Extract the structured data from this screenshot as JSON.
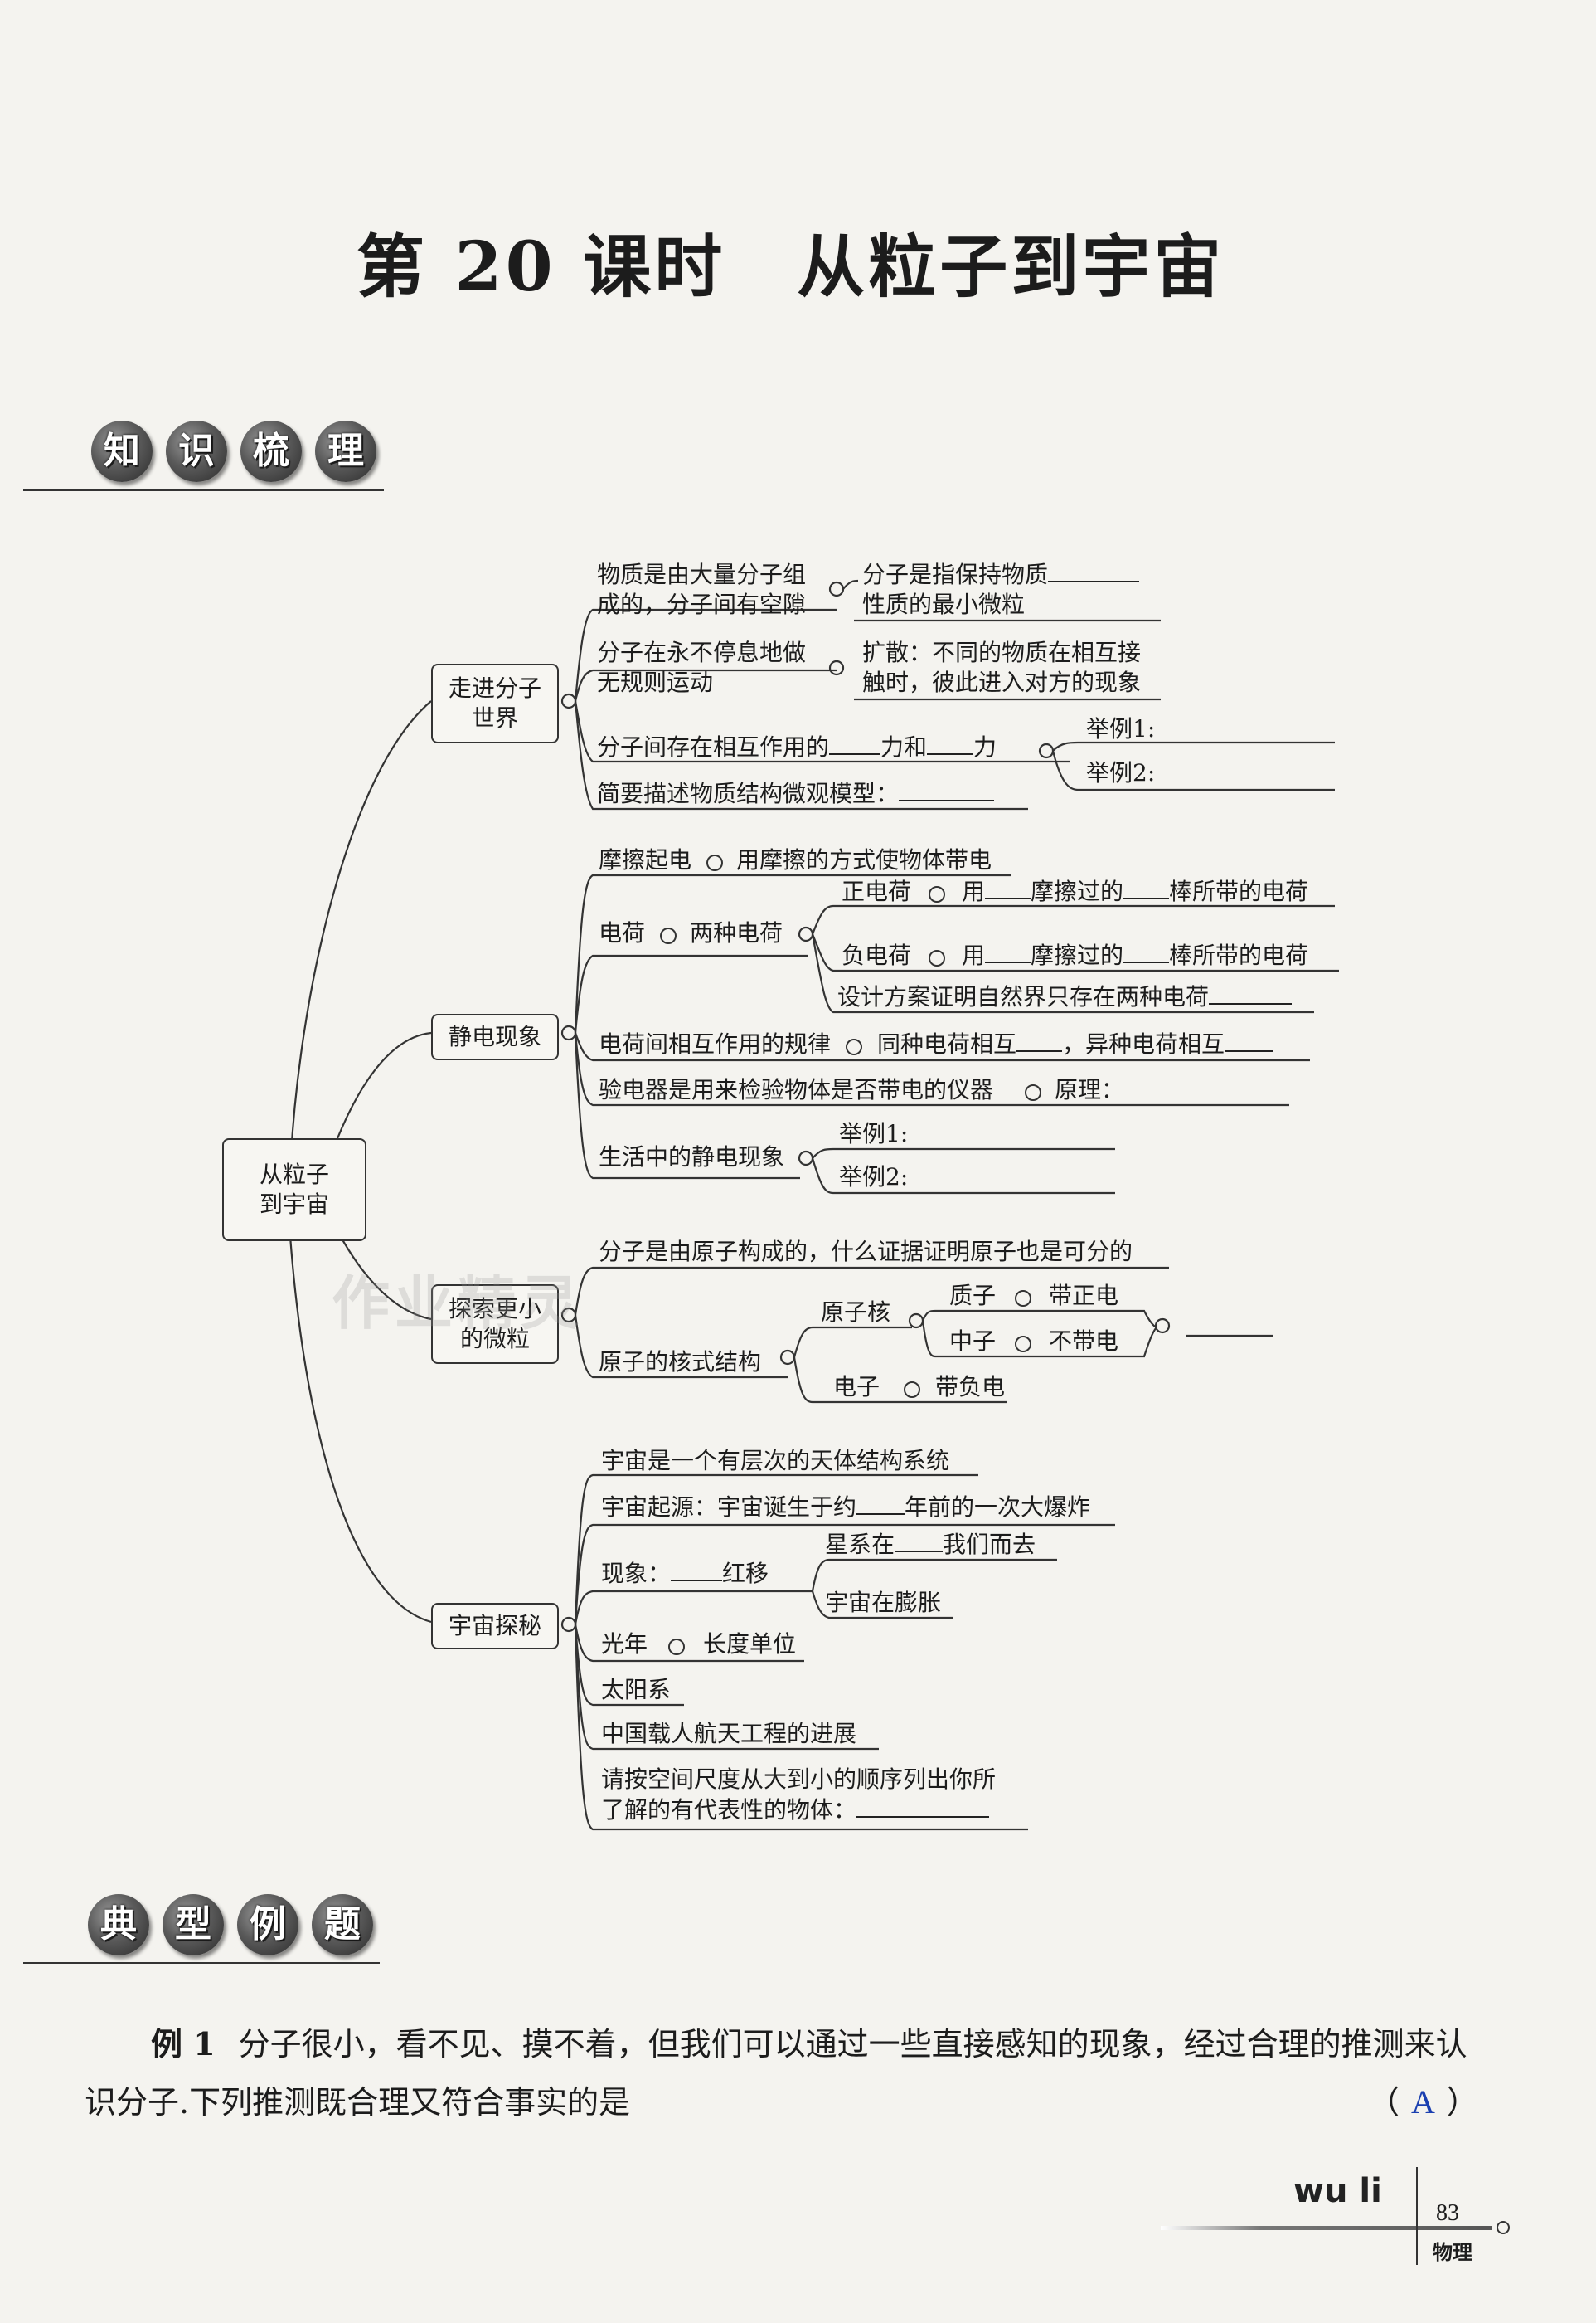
{
  "title": "第 20 课时　从粒子到宇宙",
  "sections": {
    "knowledge": [
      "知",
      "识",
      "梳",
      "理"
    ],
    "examples": [
      "典",
      "型",
      "例",
      "题"
    ]
  },
  "mindmap": {
    "root": "从粒子到宇宙",
    "b1": {
      "label": "走进分子世界",
      "r1a": "物质是由大量分子组",
      "r1b": "成的，分子间有空隙",
      "r1c1": "分子是指保持物质",
      "r1c2": "性质的最小微粒",
      "r2a": "分子在永不停息地做",
      "r2b": "无规则运动",
      "r2c1": "扩散：不同的物质在相互接",
      "r2c2": "触时，彼此进入对方的现象",
      "r3a": "分子间存在相互作用的",
      "r3b": "力和",
      "r3c": "力",
      "ex1": "举例1:",
      "ex2": "举例2:",
      "r4": "简要描述物质结构微观模型："
    },
    "b2": {
      "label": "静电现象",
      "r1a": "摩擦起电",
      "r1b": "用摩擦的方式使物体带电",
      "r2a": "电荷",
      "r2b": "两种电荷",
      "pos": "正电荷",
      "neg": "负电荷",
      "use": "用",
      "rub": "摩擦过的",
      "rod": "棒所带的电荷",
      "design": "设计方案证明自然界只存在两种电荷",
      "r3a": "电荷间相互作用的规律",
      "r3b": "同种电荷相互",
      "r3c": "，异种电荷相互",
      "r4a": "验电器是用来检验物体是否带电的仪器",
      "r4b": "原理：",
      "r5": "生活中的静电现象",
      "ex1": "举例1:",
      "ex2": "举例2:"
    },
    "b3": {
      "label": "探索更小的微粒",
      "r1": "分子是由原子构成的，什么证据证明原子也是可分的",
      "r2": "原子的核式结构",
      "nucleus": "原子核",
      "proton": "质子",
      "proton_c": "带正电",
      "neutron": "中子",
      "neutron_c": "不带电",
      "electron": "电子",
      "electron_c": "带负电"
    },
    "b4": {
      "label": "宇宙探秘",
      "r1": "宇宙是一个有层次的天体结构系统",
      "r2a": "宇宙起源：宇宙诞生于约",
      "r2b": "年前的一次大爆炸",
      "r3a": "现象：",
      "r3b": "红移",
      "r3c1": "星系在",
      "r3c2": "我们而去",
      "r3d": "宇宙在膨胀",
      "r4a": "光年",
      "r4b": "长度单位",
      "r5": "太阳系",
      "r6": "中国载人航天工程的进展",
      "r7a": "请按空间尺度从大到小的顺序列出你所",
      "r7b": "了解的有代表性的物体："
    }
  },
  "example1": {
    "label": "例 1",
    "line1": "分子很小，看不见、摸不着，但我们可以通过一些直接感知的现象，经过合理的推测来认",
    "line2": "识分子.下列推测既合理又符合事实的是",
    "bracket_open": "（",
    "answer": "A",
    "bracket_close": "）"
  },
  "footer": {
    "script": "wu li",
    "page": "83",
    "subject": "物理"
  },
  "watermark": "作业精灵"
}
